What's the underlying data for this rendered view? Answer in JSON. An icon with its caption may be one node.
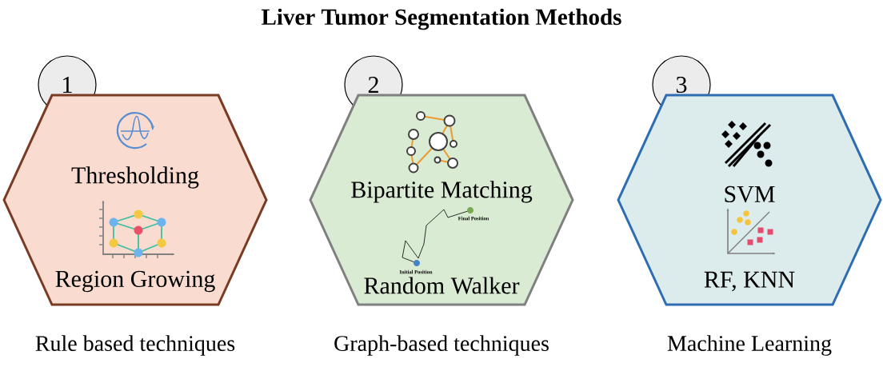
{
  "diagram": {
    "title": "Liver Tumor Segmentation Methods",
    "nodes": [
      {
        "text": [
          "1"
        ]
      },
      {
        "text": [
          "Thresholding",
          "Region Growing"
        ],
        "beside": [
          "Rule based techniques"
        ]
      },
      {
        "text": [
          "2"
        ]
      },
      {
        "text": [
          "Bipartite Matching",
          "Final Position",
          "Initial Position",
          "Random Walker"
        ],
        "beside": [
          "Graph-based techniques"
        ]
      },
      {
        "text": [
          "3"
        ]
      },
      {
        "text": [
          "SVM",
          "RF, KNN"
        ],
        "beside": [
          "Machine Learning"
        ]
      }
    ],
    "edges": []
  }
}
